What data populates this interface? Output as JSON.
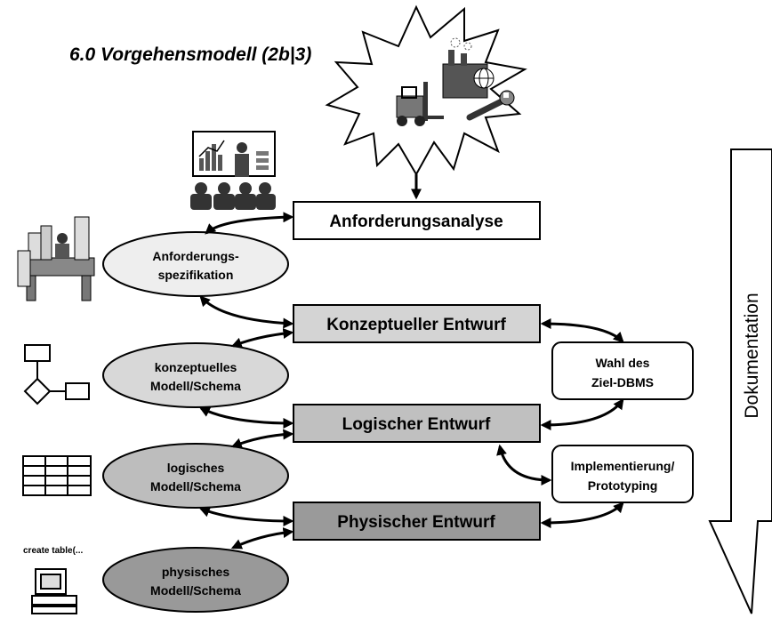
{
  "title": "6.0 Vorgehensmodell (2b|3)",
  "phases": [
    {
      "label": "Anforderungsanalyse",
      "fill": "#ffffff"
    },
    {
      "label": "Konzeptueller Entwurf",
      "fill": "#d4d4d4"
    },
    {
      "label": "Logischer Entwurf",
      "fill": "#c0c0c0"
    },
    {
      "label": "Physischer Entwurf",
      "fill": "#9a9a9a"
    }
  ],
  "artifacts": [
    {
      "line1": "Anforderungs-",
      "line2": "spezifikation",
      "fill": "#eeeeee"
    },
    {
      "line1": "konzeptuelles",
      "line2": "Modell/Schema",
      "fill": "#d8d8d8"
    },
    {
      "line1": "logisches",
      "line2": "Modell/Schema",
      "fill": "#bdbdbd"
    },
    {
      "line1": "physisches",
      "line2": "Modell/Schema",
      "fill": "#999999"
    }
  ],
  "side_boxes": [
    {
      "line1": "Wahl des",
      "line2": "Ziel-DBMS"
    },
    {
      "line1": "Implementierung/",
      "line2": "Prototyping"
    }
  ],
  "documentation_label": "Dokumentation",
  "code_caption": "create table(...",
  "icons": [
    "industry-clipart-icon",
    "presentation-clipart-icon",
    "paperwork-desk-icon",
    "flowchart-icon",
    "table-grid-icon",
    "computer-icon"
  ]
}
